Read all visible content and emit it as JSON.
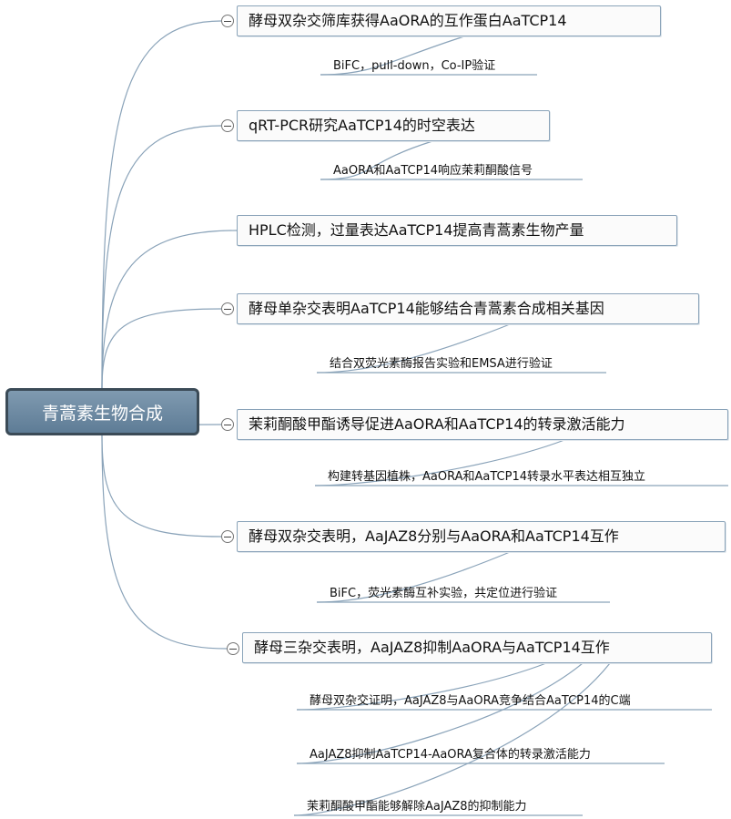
{
  "root": {
    "label": "青蒿素生物合成"
  },
  "topics": [
    {
      "label": "酵母双杂交筛库获得AaORA的互作蛋白AaTCP14",
      "collapsible": true,
      "subtopics": [
        "BiFC，pull-down，Co-IP验证"
      ]
    },
    {
      "label": "qRT-PCR研究AaTCP14的时空表达",
      "collapsible": true,
      "subtopics": [
        "AaORA和AaTCP14响应茉莉酮酸信号"
      ]
    },
    {
      "label": "HPLC检测，过量表达AaTCP14提高青蒿素生物产量",
      "collapsible": false,
      "subtopics": []
    },
    {
      "label": "酵母单杂交表明AaTCP14能够结合青蒿素合成相关基因",
      "collapsible": true,
      "subtopics": [
        "结合双荧光素酶报告实验和EMSA进行验证"
      ]
    },
    {
      "label": "茉莉酮酸甲酯诱导促进AaORA和AaTCP14的转录激活能力",
      "collapsible": true,
      "subtopics": [
        "构建转基因植株，AaORA和AaTCP14转录水平表达相互独立"
      ]
    },
    {
      "label": "酵母双杂交表明，AaJAZ8分别与AaORA和AaTCP14互作",
      "collapsible": true,
      "subtopics": [
        "BiFC，荧光素酶互补实验，共定位进行验证"
      ]
    },
    {
      "label": "酵母三杂交表明，AaJAZ8抑制AaORA与AaTCP14互作",
      "collapsible": true,
      "subtopics": [
        "酵母双杂交证明，AaJAZ8与AaORA竞争结合AaTCP14的C端",
        "AaJAZ8抑制AaTCP14-AaORA复合体的转录激活能力",
        "茉莉酮酸甲酯能够解除AaJAZ8的抑制能力"
      ]
    }
  ]
}
